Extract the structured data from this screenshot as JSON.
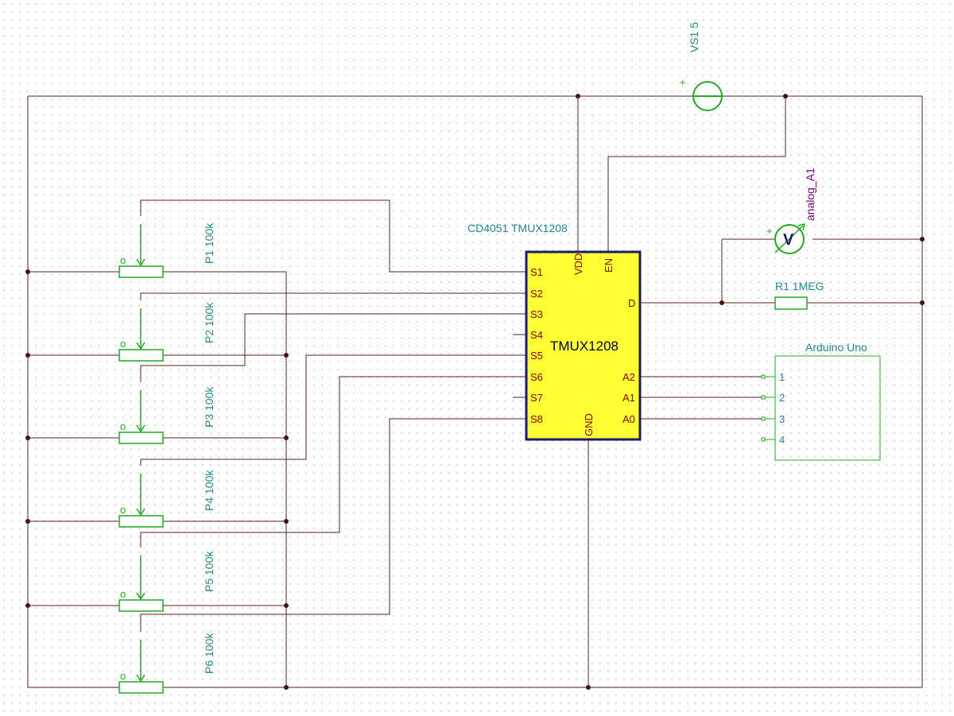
{
  "colors": {
    "wire": "#5a1f1f",
    "label": "#1f8a8a",
    "component": "#22aa22",
    "ic_fill": "#ffff33",
    "ic_border": "#1a1a6e",
    "pin_label": "#8b0000",
    "meter": "#1a1a6e",
    "meter_label": "#800080"
  },
  "source": {
    "label": "VS1 5",
    "plus": "+"
  },
  "mux": {
    "title": "CD4051 TMUX1208",
    "name": "TMUX1208",
    "left_pins": [
      "S1",
      "S2",
      "S3",
      "S4",
      "S5",
      "S6",
      "S7",
      "S8"
    ],
    "top_pins": [
      "VDD",
      "EN"
    ],
    "right_pins": [
      "D",
      "A2",
      "A1",
      "A0"
    ],
    "bottom_pin": "GND"
  },
  "voltmeter": {
    "symbol": "V",
    "plus": "+",
    "label": "analog_A1"
  },
  "resistor": {
    "label": "R1 1MEG"
  },
  "arduino": {
    "title": "Arduino Uno",
    "pins": [
      "1",
      "2",
      "3",
      "4"
    ]
  },
  "pots": [
    {
      "label": "P1 100k",
      "wiper": "o"
    },
    {
      "label": "P2 100k",
      "wiper": "o"
    },
    {
      "label": "P3 100k",
      "wiper": "o"
    },
    {
      "label": "P4 100k",
      "wiper": "o"
    },
    {
      "label": "P5 100k",
      "wiper": "o"
    },
    {
      "label": "P6 100k",
      "wiper": "o"
    }
  ]
}
